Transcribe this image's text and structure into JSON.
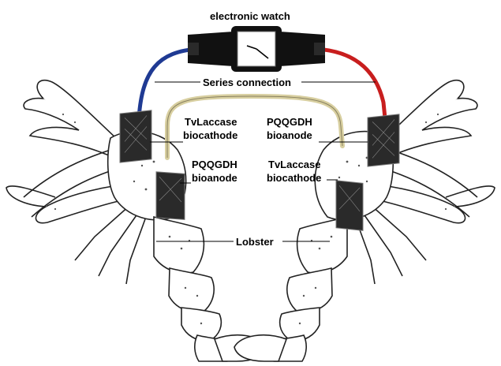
{
  "labels": {
    "watch": "electronic watch",
    "series": "Series connection",
    "left_cathode_1": "TvLaccase",
    "left_cathode_2": "biocathode",
    "left_anode_1": "PQQGDH",
    "left_anode_2": "bioanode",
    "right_anode_1": "PQQGDH",
    "right_anode_2": "bioanode",
    "right_cathode_1": "TvLaccase",
    "right_cathode_2": "biocathode",
    "lobster": "Lobster"
  },
  "colors": {
    "blue_wire": "#1f3a93",
    "red_wire": "#c81e1e",
    "middle_wire": "#d8cfa0",
    "watch_body": "#111111",
    "electrode": "#2a2a2a"
  }
}
